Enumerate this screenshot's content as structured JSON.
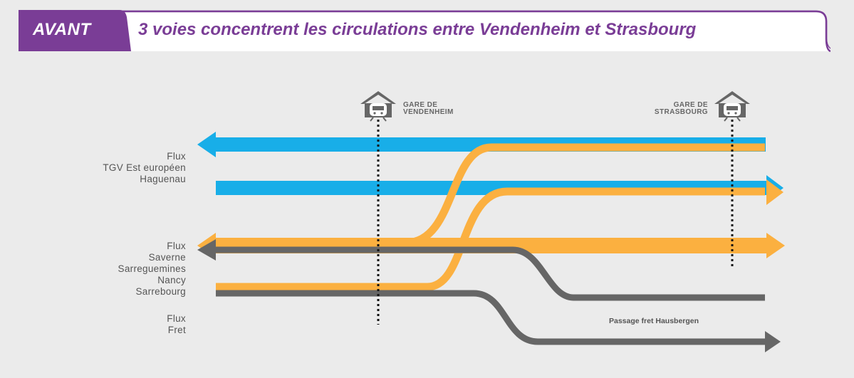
{
  "header": {
    "tag": "AVANT",
    "title": "3 voies concentrent les circulations entre Vendenheim et Strasbourg",
    "tag_color": "#7a3d96",
    "border_color": "#7a3d96"
  },
  "stations": [
    {
      "line1": "GARE DE",
      "line2": "VENDENHEIM",
      "icon": "train-station-icon"
    },
    {
      "line1": "GARE DE",
      "line2": "STRASBOURG",
      "icon": "train-station-icon"
    }
  ],
  "flows": [
    {
      "lines": [
        "Flux",
        "TGV Est européen",
        "Haguenau"
      ],
      "color": "#18aee8"
    },
    {
      "lines": [
        "Flux",
        "Saverne",
        "Sarreguemines",
        "Nancy",
        "Sarrebourg"
      ],
      "color": "#fbb040"
    },
    {
      "lines": [
        "Flux",
        "Fret"
      ],
      "color": "#666666"
    }
  ],
  "note": "Passage fret Hausbergen"
}
